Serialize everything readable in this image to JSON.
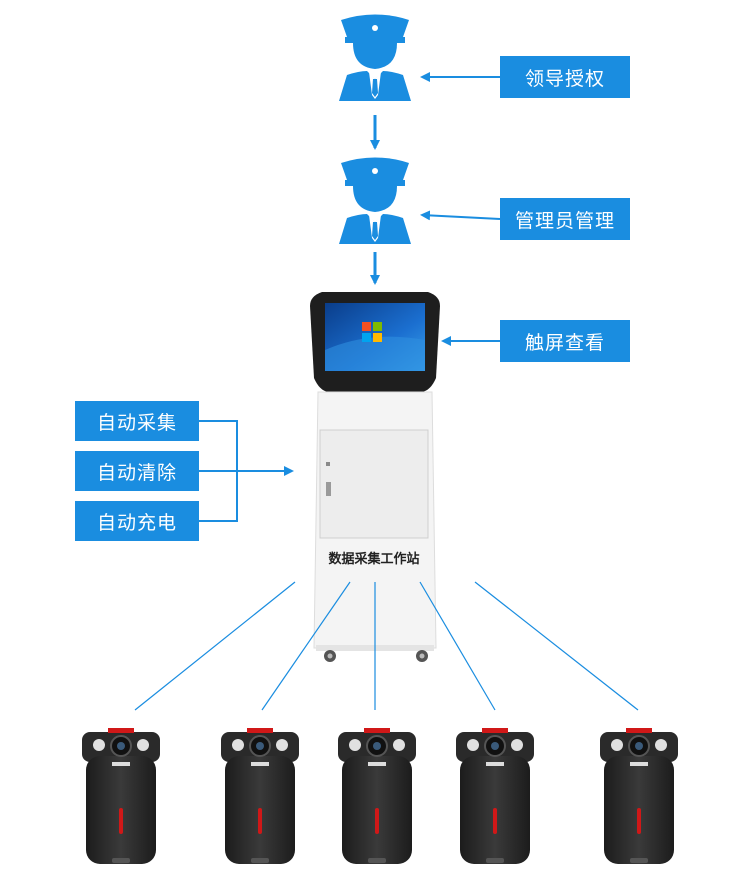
{
  "labels": {
    "leader_auth": "领导授权",
    "admin_manage": "管理员管理",
    "touch_view": "触屏查看",
    "auto_collect": "自动采集",
    "auto_clear": "自动清除",
    "auto_charge": "自动充电"
  },
  "station": {
    "name": "数据采集工作站"
  },
  "icons": {
    "person": "officer-icon",
    "kiosk": "kiosk-terminal",
    "device": "body-camera-icon"
  },
  "colors": {
    "accent": "#1a8de0",
    "person": "#1a8de0",
    "device_body": "#2a2a2a",
    "device_red": "#d01818",
    "kiosk_body": "#f2f2f2"
  },
  "device_count": 5
}
